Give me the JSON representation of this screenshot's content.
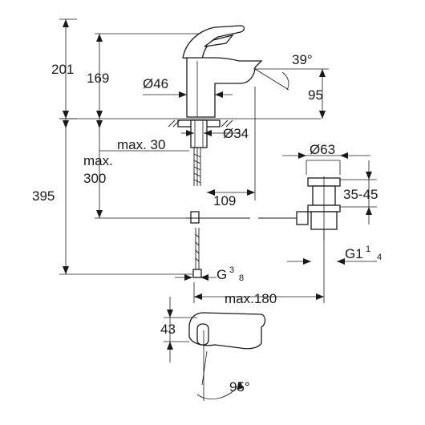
{
  "dimensions": {
    "total_height_above": "201",
    "spout_height": "169",
    "body_diameter": "Ø46",
    "spout_angle": "39°",
    "spout_drop": "95",
    "hole_diameter": "Ø34",
    "max_thickness": "max. 30",
    "max_hose": "max.",
    "max_hose_value": "300",
    "total_height_below": "395",
    "reach": "109",
    "waste_diameter": "Ø63",
    "waste_range": "35-45",
    "waste_thread": "G1",
    "waste_thread_fraction_num": "1",
    "waste_thread_fraction_den": "4",
    "supply_thread": "G",
    "supply_thread_fraction_num": "3",
    "supply_thread_fraction_den": "8",
    "max_reach": "max.180",
    "lever_height": "43",
    "lever_angle": "95°"
  },
  "colors": {
    "line": "#1a1a1a",
    "background": "#ffffff"
  }
}
